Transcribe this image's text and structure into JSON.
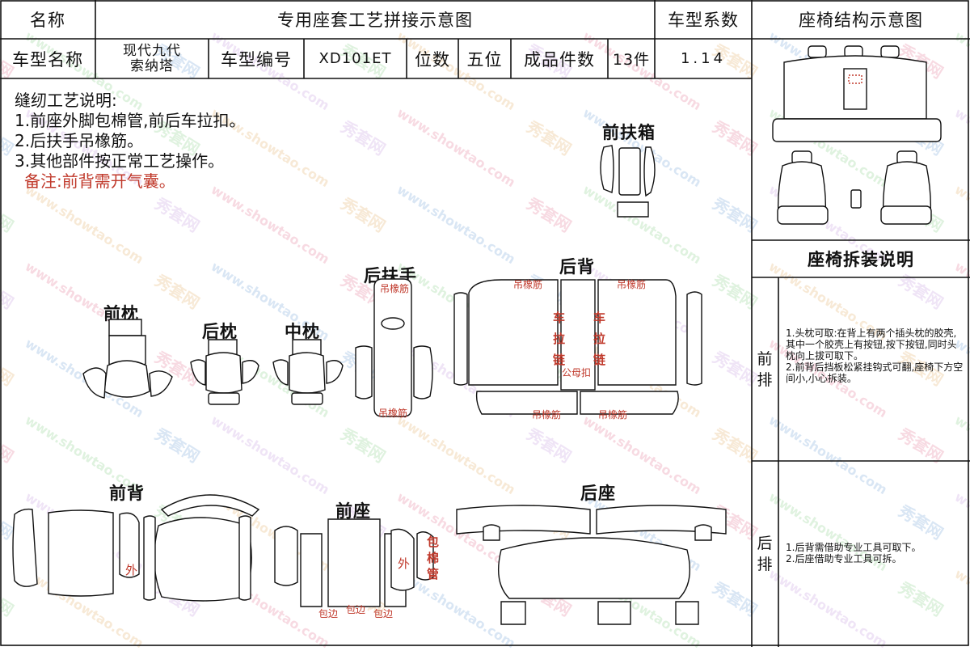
{
  "header": {
    "name_label": "名称",
    "title": "专用座套工艺拼接示意图",
    "coef_label": "车型系数",
    "struct_title": "座椅结构示意图",
    "model_name_label": "车型名称",
    "model_name_line1": "现代九代",
    "model_name_line2": "索纳塔",
    "model_no_label": "车型编号",
    "model_no": "XD101ET",
    "seats_label": "位数",
    "seats_value": "五位",
    "pieces_label": "成品件数",
    "pieces_value": "13件",
    "coef_value": "1.14"
  },
  "instructions": {
    "title": "缝纫工艺说明:",
    "line1": "1.前座外脚包棉管,前后车拉扣。",
    "line2": "2.后扶手吊橡筋。",
    "line3": "3.其他部件按正常工艺操作。",
    "note": "备注:前背需开气囊。"
  },
  "parts": {
    "front_box": "前扶箱",
    "front_pillow": "前枕",
    "rear_pillow": "后枕",
    "mid_pillow": "中枕",
    "rear_armrest": "后扶手",
    "rear_back": "后背",
    "front_back": "前背",
    "front_seat": "前座",
    "rear_seat": "后座"
  },
  "annotations": {
    "elastic": "吊橡筋",
    "zipper_chars": [
      "车",
      "拉",
      "链"
    ],
    "zipper_male": "公母扣",
    "outer": "外",
    "edge": "包边",
    "cotton_tube_chars": [
      "包",
      "棉",
      "管"
    ]
  },
  "disassembly": {
    "title": "座椅拆装说明",
    "front_label": "前排",
    "front_text": "1.头枕可取:在背上有两个插头枕的胶壳,其中一个胶壳上有按钮,按下按钮,同时头枕向上拔可取下。\n2.前背后挡板松紧挂钩式可翻,座椅下方空间小,小心拆装。",
    "rear_label": "后排",
    "rear_text": "1.后背需借助专业工具可取下。\n2.后座借助专业工具可拆。"
  },
  "watermark": {
    "cn": "秀套网",
    "url": "www.showtao.com"
  },
  "colors": {
    "line": "#111111",
    "note_red": "#c0392b"
  }
}
